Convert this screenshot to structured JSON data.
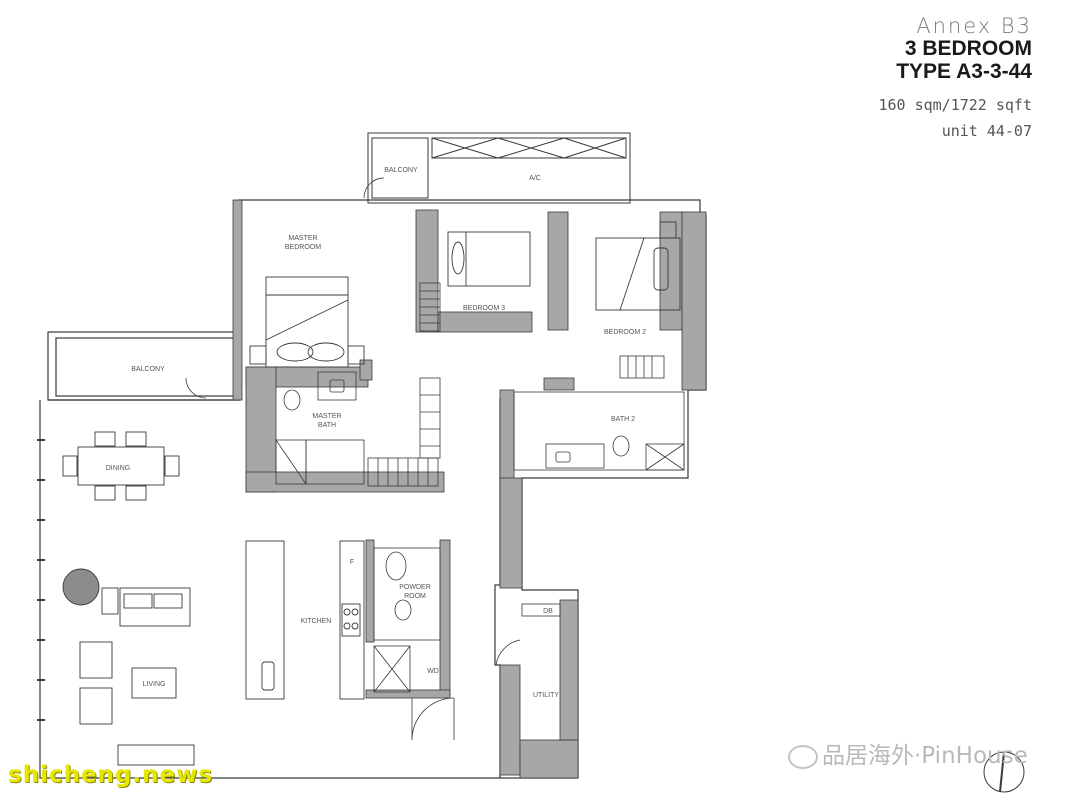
{
  "header": {
    "annex": "Annex B3",
    "bedrooms": "3 BEDROOM",
    "type": "TYPE A3-3-44",
    "area": "160 sqm/1722 sqft",
    "unit": "unit 44-07"
  },
  "rooms": {
    "balcony_top": "BALCONY",
    "ac": "A/C",
    "master_bedroom_1": "MASTER",
    "master_bedroom_2": "BEDROOM",
    "bedroom3": "BEDROOM 3",
    "bedroom2": "BEDROOM 2",
    "balcony_left": "BALCONY",
    "master_bath_1": "MASTER",
    "master_bath_2": "BATH",
    "bath2": "BATH 2",
    "dining": "DINING",
    "kitchen": "KITCHEN",
    "fridge": "F",
    "powder_1": "POWDER",
    "powder_2": "ROOM",
    "wd": "WD",
    "db": "DB",
    "utility": "UTILITY",
    "living": "LIVING"
  },
  "watermarks": {
    "site": "shicheng.news",
    "brand": "品居海外·PinHouse"
  },
  "colors": {
    "wall": "#a7a7a9",
    "line": "#3a3a3a",
    "furniture": "#555555"
  }
}
